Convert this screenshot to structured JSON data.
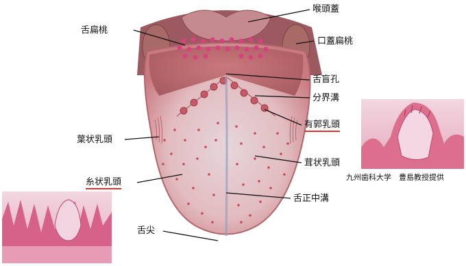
{
  "labels": {
    "lingual_tonsil": "舌扁桃",
    "epiglottis": "喉頭蓋",
    "palatine_tonsil": "口蓋扁桃",
    "foramen_cecum": "舌盲孔",
    "terminal_sulcus": "分界溝",
    "circumvallate_papilla": "有郭乳頭",
    "foliate_papilla": "葉状乳頭",
    "fungiform_papilla": "茸状乳頭",
    "filiform_papilla": "糸状乳頭",
    "median_sulcus": "舌正中溝",
    "tongue_tip": "舌尖"
  },
  "credit": "九州歯科大学　豊島教授提供",
  "colors": {
    "tongue_base": "#d98a8a",
    "tongue_body": "#e8c4c0",
    "papilla": "#c0405a",
    "histology": "#d8607a",
    "underline": "#e03030"
  }
}
